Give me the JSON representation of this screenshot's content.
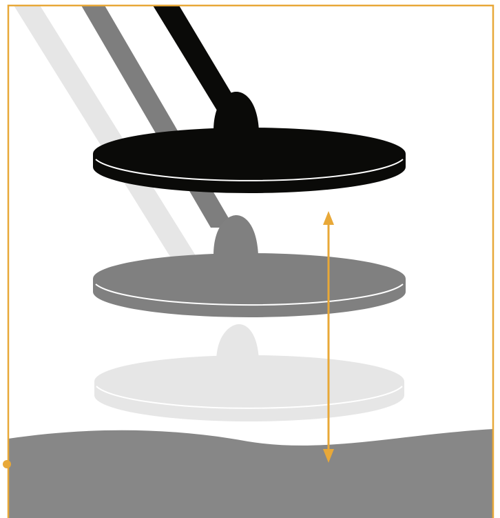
{
  "diagram": {
    "subject": "metal-detector-coil-sweep-height",
    "colors": {
      "frame": "#e8a838",
      "arrow": "#e8a838",
      "ground": "#878787",
      "coil_high": "#0a0a08",
      "coil_mid": "#808080",
      "coil_low": "#e6e6e6",
      "shaft_far": "#e6e6e6",
      "shaft_mid": "#7e7e7e",
      "shaft_near": "#0a0a08",
      "rim_highlight": "#ffffff"
    },
    "icons": {
      "arrow": "double-headed-vertical-arrow",
      "ground_marker": "dot-marker"
    }
  }
}
